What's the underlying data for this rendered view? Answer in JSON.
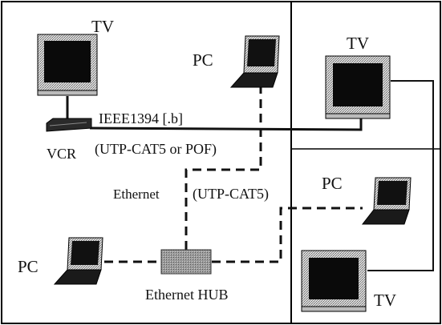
{
  "devices": {
    "tv_top_left": "TV",
    "tv_top_right": "TV",
    "tv_bottom_right": "TV",
    "pc_top_center": "PC",
    "pc_bottom_left": "PC",
    "pc_right": "PC",
    "vcr": "VCR",
    "hub": "Ethernet HUB"
  },
  "links": {
    "ieee1394": "IEEE1394 [.b]",
    "utp_or_pof": "(UTP-CAT5 or POF)",
    "ethernet": "Ethernet",
    "utp_cat5": "(UTP-CAT5)"
  },
  "icons": {
    "tv": "tv-icon",
    "pc": "laptop-icon",
    "vcr": "vcr-icon",
    "hub": "ethernet-hub-icon"
  },
  "colors": {
    "line": "#111111",
    "frame": "#000000",
    "screen": "#0a0a0a",
    "dither": "#9a9a9a",
    "background": "#ffffff"
  }
}
